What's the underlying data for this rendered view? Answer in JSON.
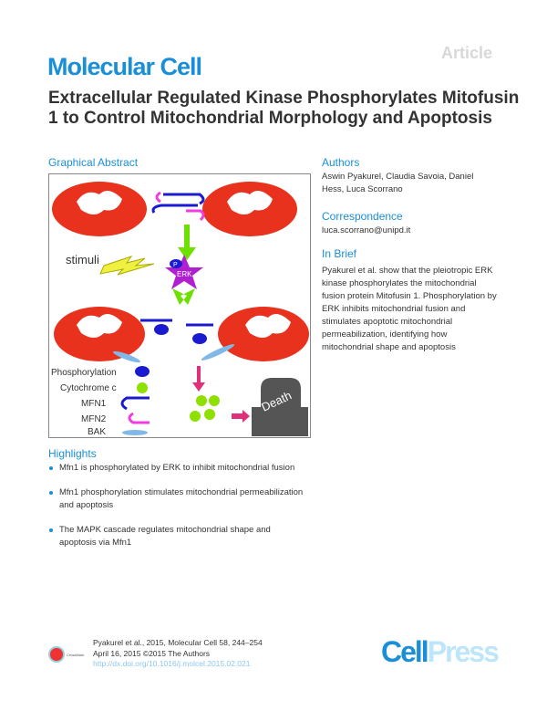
{
  "header": {
    "journal": "Molecular Cell",
    "article_type": "Article"
  },
  "title": "Extracellular Regulated Kinase Phosphorylates Mitofusin 1 to Control Mitochondrial Morphology and Apoptosis",
  "graphical_abstract": {
    "label": "Graphical Abstract",
    "figure": {
      "stimuli": "stimuli",
      "erk": "ERK",
      "p": "P",
      "legend": [
        "Phosphorylation",
        "Cytochrome c",
        "MFN1",
        "MFN2",
        "BAK"
      ],
      "death": "Death"
    }
  },
  "authors": {
    "label": "Authors",
    "names": "Aswin Pyakurel, Claudia Savoia, Daniel Hess, Luca Scorrano"
  },
  "correspondence": {
    "label": "Correspondence",
    "email": "luca.scorrano@unipd.it"
  },
  "in_brief": {
    "label": "In Brief",
    "text": "Pyakurel et al. show that the pleiotropic ERK kinase phosphorylates the mitochondrial fusion protein Mitofusin 1. Phosphorylation by ERK inhibits mitochondrial fusion and stimulates apoptotic mitochondrial permeabilization, identifying how mitochondrial shape and apoptosis"
  },
  "highlights": {
    "label": "Highlights",
    "items": [
      "Mfn1 is phosphorylated by ERK to inhibit mitochondrial fusion",
      "Mfn1 phosphorylation stimulates mitochondrial permeabilization and apoptosis",
      "The MAPK cascade regulates mitochondrial shape and apoptosis via Mfn1"
    ]
  },
  "footer": {
    "citation": "Pyakurel et al., 2015, Molecular Cell 58, 244–254",
    "date": "April 16, 2015 ©2015 The Authors",
    "doi": "http://dx.doi.org/10.1016/j.molcel.2015.02.021",
    "crossmark": "CrossMark",
    "publisher_a": "Cell",
    "publisher_b": "Press"
  },
  "colors": {
    "accent": "#1a8fd8",
    "mito": "#e8321e",
    "mfn1": "#1a1ad0",
    "mfn2": "#f03ce0",
    "cytc": "#8ee000",
    "erk": "#b020d0"
  }
}
